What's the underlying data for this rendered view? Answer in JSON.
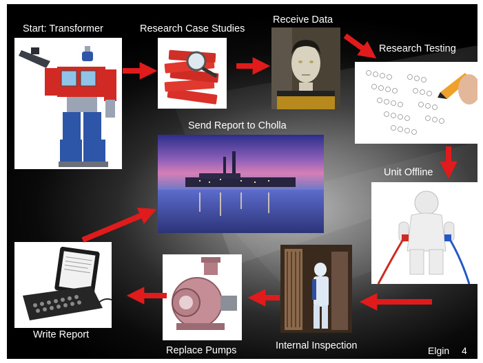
{
  "slide": {
    "steps": [
      {
        "id": "start",
        "label": "Start: Transformer"
      },
      {
        "id": "research-case",
        "label": "Research Case Studies"
      },
      {
        "id": "receive-data",
        "label": "Receive Data"
      },
      {
        "id": "research-testing",
        "label": "Research Testing"
      },
      {
        "id": "unit-offline",
        "label": "Unit Offline"
      },
      {
        "id": "internal-inspection",
        "label": "Internal Inspection"
      },
      {
        "id": "replace-pumps",
        "label": "Replace Pumps"
      },
      {
        "id": "write-report",
        "label": "Write Report"
      },
      {
        "id": "send-report",
        "label": "Send Report to Cholla"
      }
    ],
    "footer": {
      "author": "Elgin",
      "page": "4"
    },
    "colors": {
      "arrow": "#e11b1b",
      "background": "#000000",
      "text": "#ffffff"
    }
  }
}
